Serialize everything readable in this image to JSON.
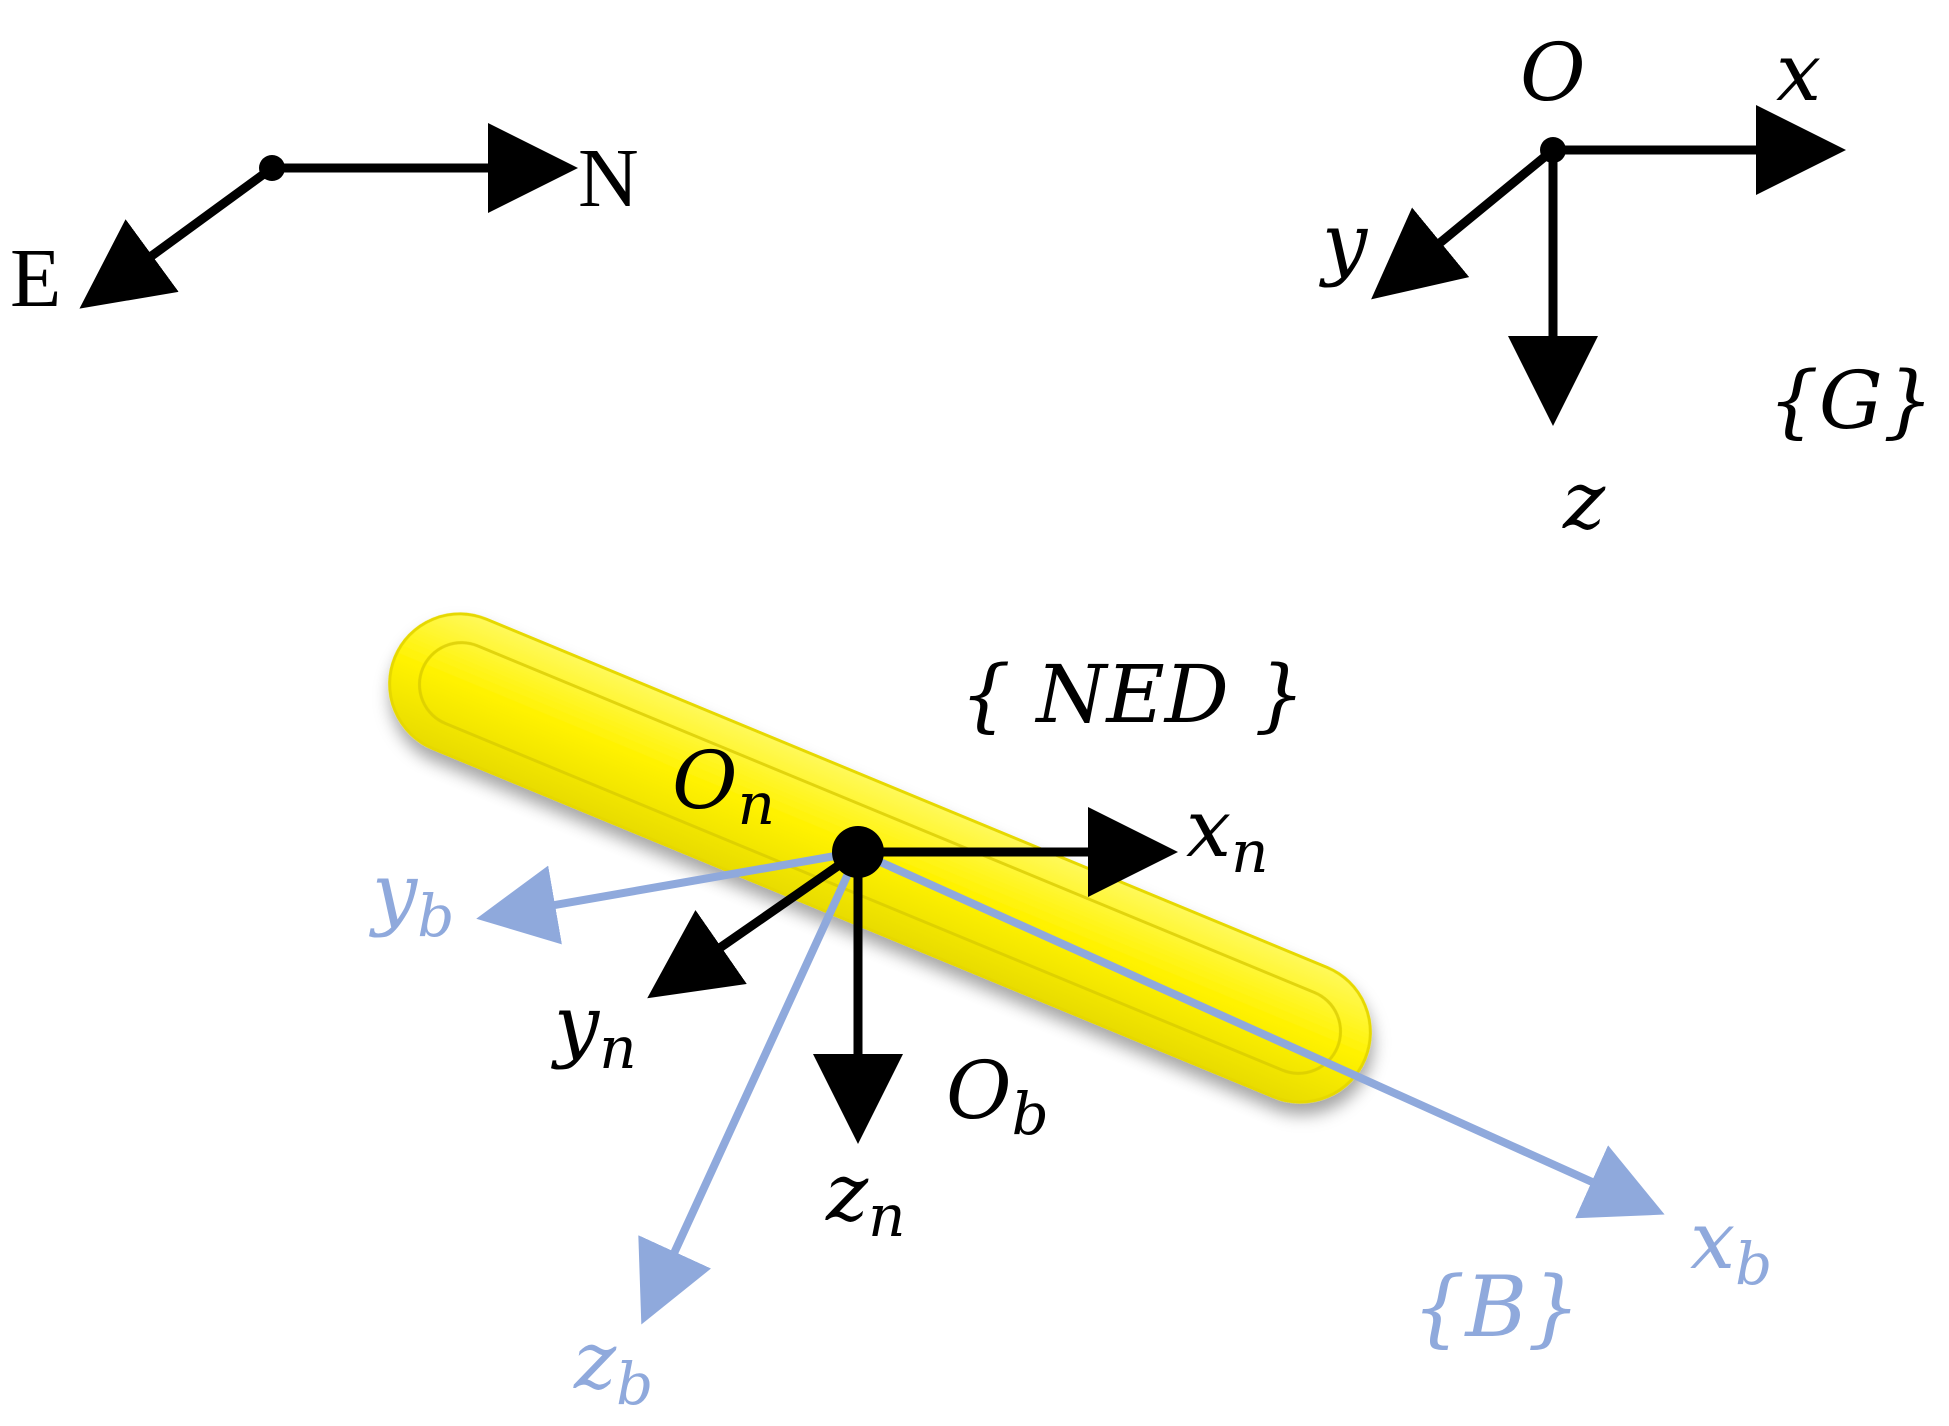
{
  "compass": {
    "north": "N",
    "east": "E"
  },
  "global_frame": {
    "origin": "O",
    "x": "x",
    "y": "y",
    "z": "z",
    "name": "{G}"
  },
  "ned_frame": {
    "name": "{ NED }",
    "origin_base": "O",
    "origin_sub": "n",
    "x_base": "x",
    "x_sub": "n",
    "y_base": "y",
    "y_sub": "n",
    "z_base": "z",
    "z_sub": "n"
  },
  "body_frame": {
    "name": "{B}",
    "origin_base": "O",
    "origin_sub": "b",
    "x_base": "x",
    "x_sub": "b",
    "y_base": "y",
    "y_sub": "b",
    "z_base": "z",
    "z_sub": "b"
  },
  "colors": {
    "black_axes": "#000000",
    "body_axes": "#8fa9dc",
    "vehicle_fill": "#fff200",
    "vehicle_edge": "#d9cc00"
  }
}
